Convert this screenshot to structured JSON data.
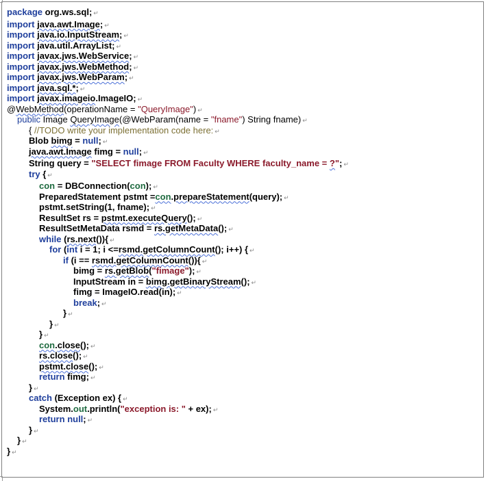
{
  "document": {
    "paragraph_mark": "↵",
    "lines": [
      {
        "indent": 0,
        "parts": [
          {
            "t": "package",
            "c": "kw"
          },
          {
            "t": " org.ws.sql;"
          }
        ]
      },
      {
        "indent": 0,
        "parts": [
          {
            "t": "import",
            "c": "kw"
          },
          {
            "t": " "
          },
          {
            "t": "java.awt.Image",
            "c": "squig"
          },
          {
            "t": ";"
          }
        ],
        "gap": true
      },
      {
        "indent": 0,
        "parts": [
          {
            "t": "import",
            "c": "kw"
          },
          {
            "t": " "
          },
          {
            "t": "java.io.InputStream",
            "c": "squig"
          },
          {
            "t": ";"
          }
        ]
      },
      {
        "indent": 0,
        "parts": [
          {
            "t": "import",
            "c": "kw"
          },
          {
            "t": " java.util.ArrayList;"
          }
        ]
      },
      {
        "indent": 0,
        "parts": [
          {
            "t": "import",
            "c": "kw"
          },
          {
            "t": " "
          },
          {
            "t": "javax.jws.WebService",
            "c": "squig"
          },
          {
            "t": ";"
          }
        ]
      },
      {
        "indent": 0,
        "parts": [
          {
            "t": "import",
            "c": "kw"
          },
          {
            "t": " "
          },
          {
            "t": "javax.jws.WebMethod",
            "c": "squig"
          },
          {
            "t": ";"
          }
        ]
      },
      {
        "indent": 0,
        "parts": [
          {
            "t": "import",
            "c": "kw"
          },
          {
            "t": " "
          },
          {
            "t": "javax.jws.WebParam",
            "c": "squig"
          },
          {
            "t": ";"
          }
        ]
      },
      {
        "indent": 0,
        "parts": [
          {
            "t": "import",
            "c": "kw"
          },
          {
            "t": " "
          },
          {
            "t": "java.sql.*",
            "c": "squig"
          },
          {
            "t": ";"
          }
        ]
      },
      {
        "indent": 0,
        "parts": [
          {
            "t": "import",
            "c": "kw"
          },
          {
            "t": " "
          },
          {
            "t": "javax.imageio",
            "c": "squig"
          },
          {
            "t": ".ImageIO;"
          }
        ]
      },
      {
        "indent": 0,
        "parts": [
          {
            "t": "@",
            "c": "ann"
          },
          {
            "t": "WebMethod",
            "c": "ann squig"
          },
          {
            "t": "(operationName = ",
            "c": "ann"
          },
          {
            "t": "\"QueryImage\"",
            "c": "str ann"
          },
          {
            "t": ")",
            "c": "ann"
          }
        ]
      },
      {
        "indent": 1,
        "parts": [
          {
            "t": "public",
            "c": "kw ann"
          },
          {
            "t": " Image ",
            "c": "ann"
          },
          {
            "t": "QueryImage",
            "c": "ann squig"
          },
          {
            "t": "(@WebParam(name = ",
            "c": "ann"
          },
          {
            "t": "\"fname\"",
            "c": "str ann"
          },
          {
            "t": ") String fname)",
            "c": "ann"
          }
        ]
      },
      {
        "indent": 2,
        "parts": [
          {
            "t": "{ ",
            "c": "ann"
          },
          {
            "t": "//TODO write your implementation code here:",
            "c": "cmt"
          }
        ]
      },
      {
        "indent": 2,
        "parts": [
          {
            "t": "Blob "
          },
          {
            "t": "bimg",
            "c": "squig"
          },
          {
            "t": " = "
          },
          {
            "t": "null",
            "c": "kw"
          },
          {
            "t": ";"
          }
        ]
      },
      {
        "indent": 2,
        "parts": [
          {
            "t": "java.awt.Image",
            "c": "squig"
          },
          {
            "t": " fimg = "
          },
          {
            "t": "null",
            "c": "kw"
          },
          {
            "t": ";"
          }
        ]
      },
      {
        "indent": 2,
        "parts": [
          {
            "t": "String query = "
          },
          {
            "t": "\"SELECT fimage FROM Faculty WHERE faculty_name = ",
            "c": "str"
          },
          {
            "t": "?",
            "c": "str squig"
          },
          {
            "t": "\"",
            "c": "str"
          },
          {
            "t": ";"
          }
        ],
        "gap": true
      },
      {
        "indent": 2,
        "parts": [
          {
            "t": "try",
            "c": "kw"
          },
          {
            "t": " {"
          }
        ]
      },
      {
        "indent": 3,
        "parts": [
          {
            "t": "con",
            "c": "field"
          },
          {
            "t": " = DBConnection("
          },
          {
            "t": "con",
            "c": "field"
          },
          {
            "t": ");"
          }
        ],
        "gap": true
      },
      {
        "indent": 3,
        "parts": [
          {
            "t": "PreparedStatement pstmt ="
          },
          {
            "t": "con",
            "c": "field squig"
          },
          {
            "t": "."
          },
          {
            "t": "prepareStatement",
            "c": "squig"
          },
          {
            "t": "(query);"
          }
        ]
      },
      {
        "indent": 3,
        "parts": [
          {
            "t": "pstmt.setString(1, fname);"
          }
        ]
      },
      {
        "indent": 3,
        "parts": [
          {
            "t": "ResultSet rs = "
          },
          {
            "t": "pstmt.executeQuery",
            "c": "squig"
          },
          {
            "t": "();"
          }
        ]
      },
      {
        "indent": 3,
        "parts": [
          {
            "t": "ResultSetMetaData rsmd = "
          },
          {
            "t": "rs.getMetaData",
            "c": "squig"
          },
          {
            "t": "();"
          }
        ]
      },
      {
        "indent": 3,
        "parts": [
          {
            "t": "while",
            "c": "kw"
          },
          {
            "t": " ("
          },
          {
            "t": "rs.next",
            "c": "squig"
          },
          {
            "t": "()){"
          }
        ]
      },
      {
        "indent": 4,
        "parts": [
          {
            "t": "for",
            "c": "kw"
          },
          {
            "t": " ("
          },
          {
            "t": "int",
            "c": "kw"
          },
          {
            "t": " i = 1; i <="
          },
          {
            "t": "rsmd.getColumnCount",
            "c": "squig"
          },
          {
            "t": "(); i++) {"
          }
        ]
      },
      {
        "indent": 5,
        "parts": [
          {
            "t": "if",
            "c": "kw"
          },
          {
            "t": " (i == "
          },
          {
            "t": "rsmd.getColumnCount",
            "c": "squig"
          },
          {
            "t": "()){"
          }
        ]
      },
      {
        "indent": 6,
        "parts": [
          {
            "t": "bimg = "
          },
          {
            "t": "rs.getBlob",
            "c": "squig"
          },
          {
            "t": "("
          },
          {
            "t": "\"fimage\"",
            "c": "str"
          },
          {
            "t": ");"
          }
        ]
      },
      {
        "indent": 6,
        "parts": [
          {
            "t": "InputStream in = "
          },
          {
            "t": "bimg.getBinaryStream",
            "c": "squig"
          },
          {
            "t": "();"
          }
        ]
      },
      {
        "indent": 6,
        "parts": [
          {
            "t": "fimg = ImageIO.read(in);"
          }
        ]
      },
      {
        "indent": 6,
        "parts": [
          {
            "t": "break",
            "c": "kw"
          },
          {
            "t": ";"
          }
        ]
      },
      {
        "indent": 5,
        "parts": [
          {
            "t": "}"
          }
        ]
      },
      {
        "indent": 4,
        "parts": [
          {
            "t": "}"
          }
        ]
      },
      {
        "indent": 3,
        "parts": [
          {
            "t": "}"
          }
        ]
      },
      {
        "indent": 3,
        "parts": [
          {
            "t": "con",
            "c": "field squig"
          },
          {
            "t": "."
          },
          {
            "t": "close",
            "c": "squig"
          },
          {
            "t": "();"
          }
        ]
      },
      {
        "indent": 3,
        "parts": [
          {
            "t": "rs.close",
            "c": "squig"
          },
          {
            "t": "();"
          }
        ]
      },
      {
        "indent": 3,
        "parts": [
          {
            "t": "pstmt.close",
            "c": "squig"
          },
          {
            "t": "();"
          }
        ]
      },
      {
        "indent": 3,
        "parts": [
          {
            "t": "return",
            "c": "kw"
          },
          {
            "t": " fimg;"
          }
        ]
      },
      {
        "indent": 2,
        "parts": [
          {
            "t": "}"
          }
        ]
      },
      {
        "indent": 2,
        "parts": [
          {
            "t": "catch",
            "c": "kw"
          },
          {
            "t": " (Exception ex) {"
          }
        ]
      },
      {
        "indent": 3,
        "parts": [
          {
            "t": "System."
          },
          {
            "t": "out",
            "c": "field"
          },
          {
            "t": ".println("
          },
          {
            "t": "\"exception is: \"",
            "c": "str"
          },
          {
            "t": " + ex);"
          }
        ]
      },
      {
        "indent": 3,
        "parts": [
          {
            "t": "return",
            "c": "kw"
          },
          {
            "t": " "
          },
          {
            "t": "null",
            "c": "kw"
          },
          {
            "t": ";"
          }
        ]
      },
      {
        "indent": 2,
        "parts": [
          {
            "t": "}"
          }
        ]
      },
      {
        "indent": 1,
        "parts": [
          {
            "t": "}"
          }
        ]
      },
      {
        "indent": 0,
        "parts": [
          {
            "t": "}"
          }
        ]
      }
    ]
  }
}
